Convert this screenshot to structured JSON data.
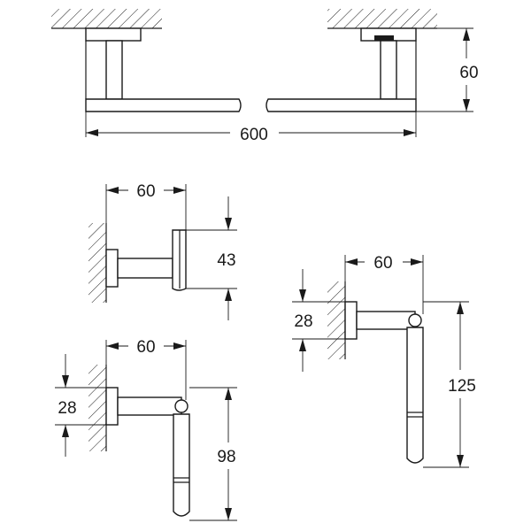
{
  "dimensions": {
    "towel_rail_width": "600",
    "towel_rail_depth": "60",
    "hook_depth": "60",
    "hook_height": "43",
    "ring_small_depth": "60",
    "ring_small_plate": "28",
    "ring_small_height": "98",
    "ring_large_depth": "60",
    "ring_large_plate": "28",
    "ring_large_height": "125"
  },
  "colors": {
    "line": "#1a1a1a",
    "background": "#ffffff"
  }
}
